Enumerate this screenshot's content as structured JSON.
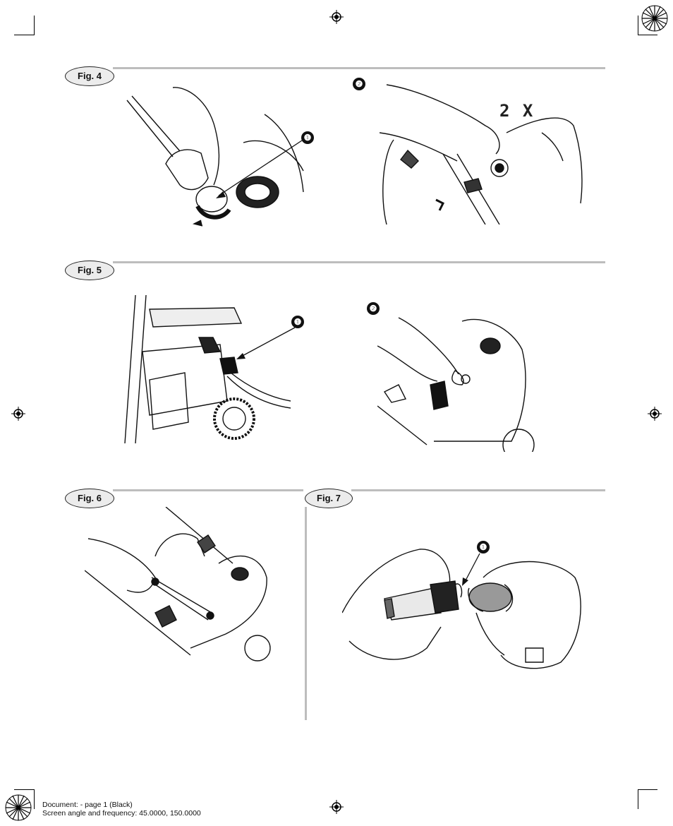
{
  "figures": [
    {
      "label": "Fig. 4",
      "callouts": [
        "❶",
        "❷"
      ],
      "annotation": "2 X"
    },
    {
      "label": "Fig. 5",
      "callouts": [
        "❶",
        "❷"
      ]
    },
    {
      "label": "Fig. 6"
    },
    {
      "label": "Fig. 7",
      "callouts": [
        "❶"
      ]
    }
  ],
  "footer": {
    "line1": "Document: - page 1 (Black)",
    "line2": "Screen angle and frequency: 45.0000, 150.0000"
  },
  "colors": {
    "rule": "#bdbdbd",
    "badge_fill": "#ececec",
    "ink": "#111111"
  }
}
